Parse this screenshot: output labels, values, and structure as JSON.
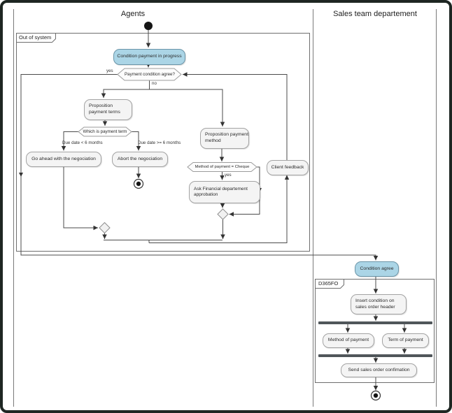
{
  "lanes": {
    "agents": "Agents",
    "sales": "Sales team departement"
  },
  "frames": {
    "out_of_system": "Out of system",
    "d365fo": "D365FO"
  },
  "nodes": {
    "cond_progress": "Condition payment in progress",
    "prop_terms": "Proposition payment terms",
    "go_ahead": "Go ahead with the negociation",
    "abort": "Abort the negociation",
    "prop_method": "Proposition payment method",
    "ask_financial": "Ask Financial departement approbation",
    "client_feedback": "Client feedback",
    "cond_agree": "Condition agree",
    "insert_condition": "Insert condition on sales order header",
    "method_of_payment": "Method of payment",
    "term_of_payment": "Term of payment",
    "send_confirmation": "Send sales order confimation"
  },
  "decisions": {
    "payment_condition": "Payment condition agree?",
    "which_term": "Which is payment term",
    "cheque": "Method of payment = Cheque"
  },
  "edge_labels": {
    "yes_agree": "yes",
    "no_agree": "no",
    "due_lt": "Due date < 6 months",
    "due_ge": "Due date >= 6 months",
    "yes_cheque": "yes"
  },
  "colors": {
    "activity_blue": "#ABD5E6",
    "activity_blue_border": "#6B95A8",
    "activity_gray": "#F4F4F4",
    "line": "#4B4B4B",
    "fork_bar": "#50565A"
  }
}
